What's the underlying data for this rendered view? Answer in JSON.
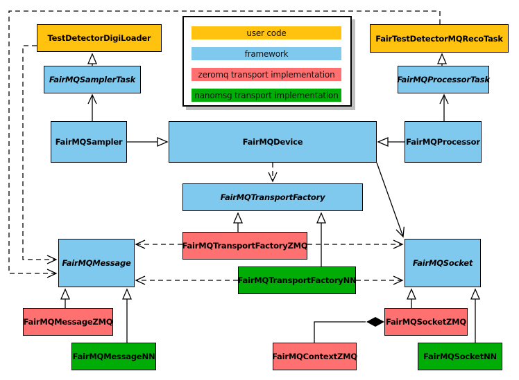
{
  "colors": {
    "user_code": "#FFC20E",
    "framework": "#7FC9EE",
    "zeromq": "#FF7070",
    "nanomsg": "#00AC06",
    "border": "#000000",
    "background": "#FFFFFF"
  },
  "legend": {
    "items": [
      {
        "label": "user code",
        "color": "#FFC20E"
      },
      {
        "label": "framework",
        "color": "#7FC9EE"
      },
      {
        "label": "zeromq transport implementation",
        "color": "#FF7070"
      },
      {
        "label": "nanomsg transport implementation",
        "color": "#00AC06"
      }
    ]
  },
  "nodes": {
    "testDetectorDigiLoader": {
      "label": "TestDetectorDigiLoader",
      "category": "user_code",
      "abstract": false
    },
    "fairTestDetectorMQRecoTask": {
      "label": "FairTestDetectorMQRecoTask",
      "category": "user_code",
      "abstract": false
    },
    "fairMQSamplerTask": {
      "label": "FairMQSamplerTask",
      "category": "framework",
      "abstract": true
    },
    "fairMQProcessorTask": {
      "label": "FairMQProcessorTask",
      "category": "framework",
      "abstract": true
    },
    "fairMQSampler": {
      "label": "FairMQSampler",
      "category": "framework",
      "abstract": false
    },
    "fairMQDevice": {
      "label": "FairMQDevice",
      "category": "framework",
      "abstract": false
    },
    "fairMQProcessor": {
      "label": "FairMQProcessor",
      "category": "framework",
      "abstract": false
    },
    "fairMQTransportFactory": {
      "label": "FairMQTransportFactory",
      "category": "framework",
      "abstract": true
    },
    "fairMQTransportFactoryZMQ": {
      "label": "FairMQTransportFactoryZMQ",
      "category": "zeromq",
      "abstract": false
    },
    "fairMQTransportFactoryNN": {
      "label": "FairMQTransportFactoryNN",
      "category": "nanomsg",
      "abstract": false
    },
    "fairMQMessage": {
      "label": "FairMQMessage",
      "category": "framework",
      "abstract": true
    },
    "fairMQSocket": {
      "label": "FairMQSocket",
      "category": "framework",
      "abstract": true
    },
    "fairMQMessageZMQ": {
      "label": "FairMQMessageZMQ",
      "category": "zeromq",
      "abstract": false
    },
    "fairMQMessageNN": {
      "label": "FairMQMessageNN",
      "category": "nanomsg",
      "abstract": false
    },
    "fairMQContextZMQ": {
      "label": "FairMQContextZMQ",
      "category": "zeromq",
      "abstract": false
    },
    "fairMQSocketZMQ": {
      "label": "FairMQSocketZMQ",
      "category": "zeromq",
      "abstract": false
    },
    "fairMQSocketNN": {
      "label": "FairMQSocketNN",
      "category": "nanomsg",
      "abstract": false
    }
  },
  "edges": [
    {
      "from": "FairMQSamplerTask",
      "to": "TestDetectorDigiLoader",
      "type": "inheritance"
    },
    {
      "from": "FairMQProcessorTask",
      "to": "FairTestDetectorMQRecoTask",
      "type": "inheritance"
    },
    {
      "from": "FairMQSampler",
      "to": "FairMQSamplerTask",
      "type": "association"
    },
    {
      "from": "FairMQProcessor",
      "to": "FairMQProcessorTask",
      "type": "association"
    },
    {
      "from": "FairMQSampler",
      "to": "FairMQDevice",
      "type": "inheritance"
    },
    {
      "from": "FairMQProcessor",
      "to": "FairMQDevice",
      "type": "inheritance"
    },
    {
      "from": "FairMQDevice",
      "to": "FairMQTransportFactory",
      "type": "dependency"
    },
    {
      "from": "FairMQDevice",
      "to": "FairMQSocket",
      "type": "association"
    },
    {
      "from": "FairMQTransportFactoryZMQ",
      "to": "FairMQTransportFactory",
      "type": "inheritance"
    },
    {
      "from": "FairMQTransportFactoryNN",
      "to": "FairMQTransportFactory",
      "type": "inheritance"
    },
    {
      "from": "FairMQTransportFactoryZMQ",
      "to": "FairMQMessage",
      "type": "dependency"
    },
    {
      "from": "FairMQTransportFactoryZMQ",
      "to": "FairMQSocket",
      "type": "dependency"
    },
    {
      "from": "FairMQTransportFactoryNN",
      "to": "FairMQMessage",
      "type": "dependency"
    },
    {
      "from": "FairMQTransportFactoryNN",
      "to": "FairMQSocket",
      "type": "dependency"
    },
    {
      "from": "TestDetectorDigiLoader",
      "to": "FairMQMessage",
      "type": "dependency"
    },
    {
      "from": "FairTestDetectorMQRecoTask",
      "to": "FairMQMessage",
      "type": "dependency"
    },
    {
      "from": "FairMQMessageZMQ",
      "to": "FairMQMessage",
      "type": "inheritance"
    },
    {
      "from": "FairMQMessageNN",
      "to": "FairMQMessage",
      "type": "inheritance"
    },
    {
      "from": "FairMQSocketZMQ",
      "to": "FairMQSocket",
      "type": "inheritance"
    },
    {
      "from": "FairMQSocketNN",
      "to": "FairMQSocket",
      "type": "inheritance"
    },
    {
      "from": "FairMQContextZMQ",
      "to": "FairMQSocketZMQ",
      "type": "composition"
    }
  ]
}
